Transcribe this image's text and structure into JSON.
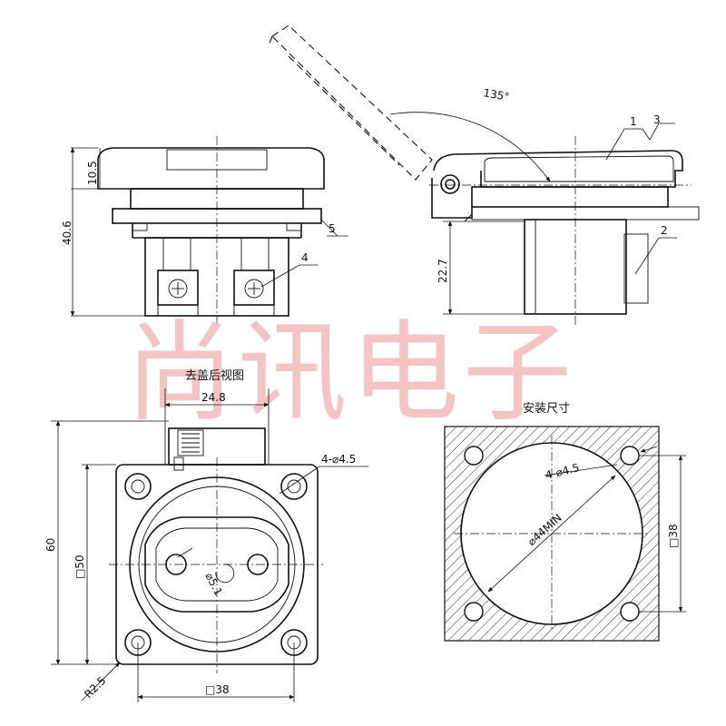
{
  "watermark": "尚讯电子",
  "captions": {
    "rear_view_without_cover": "去盖后视图",
    "mounting_size": "安装尺寸"
  },
  "dimensions": {
    "cover_height": "10.5",
    "total_height": "40.6",
    "depth": "22.7",
    "angle": "135°",
    "hinge_width": "24.8",
    "body_height": "60",
    "square_50": "□50",
    "square_38_bottom": "□38",
    "holes_front": "4-⌀4.5",
    "radius": "R2.5",
    "pin_dia": "⌀5.1",
    "holes_mount": "4-⌀4.5",
    "cutout_dia": "⌀44MIN",
    "square_38_mount": "□38"
  },
  "callouts": [
    "1",
    "3",
    "2",
    "4",
    "5"
  ]
}
